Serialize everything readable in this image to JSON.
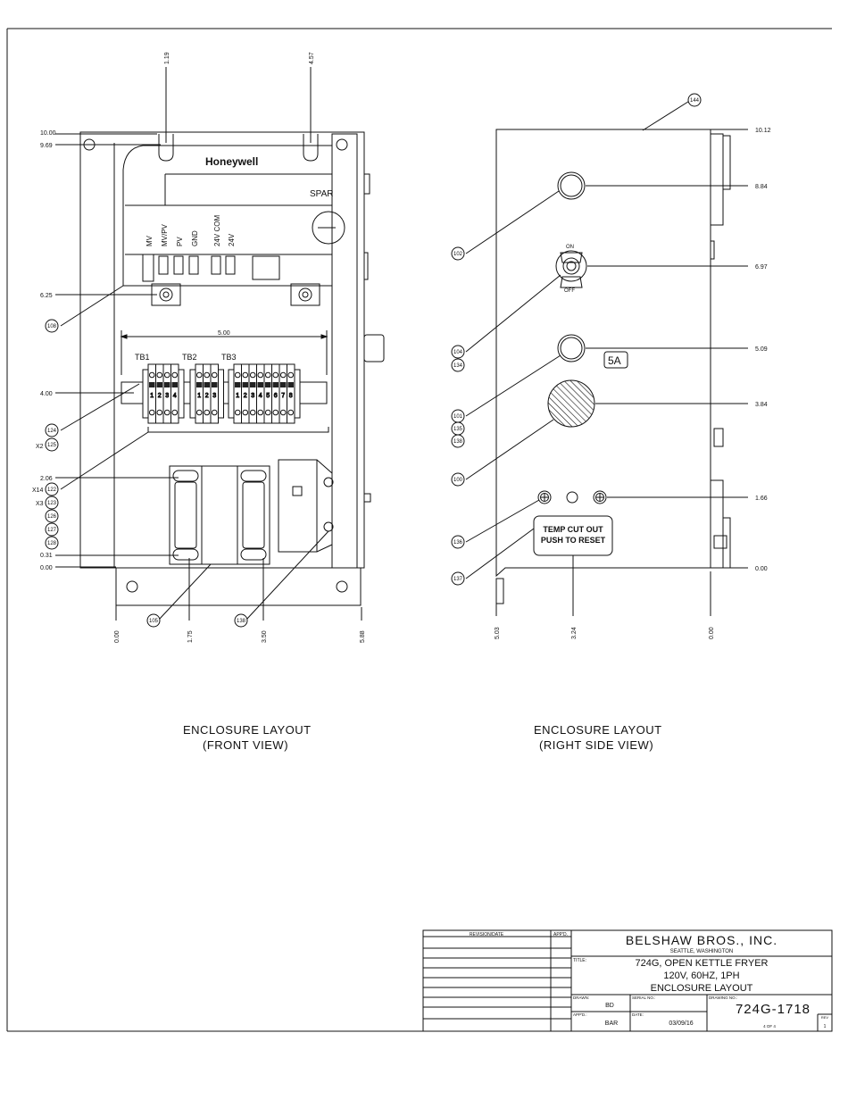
{
  "front_view": {
    "caption_line1": "ENCLOSURE LAYOUT",
    "caption_line2": "(FRONT VIEW)",
    "brand": "Honeywell",
    "spare_text": "SPAR",
    "terminal_labels": [
      "MV",
      "MV/PV",
      "PV",
      "GND",
      "24V COM",
      "24V"
    ],
    "tb_labels": [
      "TB1",
      "TB2",
      "TB3"
    ],
    "tb1_numbers": [
      "1",
      "2",
      "3",
      "4"
    ],
    "tb2_numbers": [
      "1",
      "2",
      "3"
    ],
    "tb3_numbers": [
      "1",
      "2",
      "3",
      "4",
      "5",
      "6",
      "7",
      "8"
    ],
    "width_dim": "5.00",
    "top_dims": [
      "1.19",
      "4.57"
    ],
    "left_dims": [
      "10.00",
      "9.69",
      "6.25",
      "4.00",
      "2.06",
      "0.31",
      "0.00"
    ],
    "bottom_dims": [
      "0.00",
      "1.75",
      "3.50",
      "5.88"
    ],
    "balloons": [
      "108",
      "124",
      "125",
      "122",
      "123",
      "126",
      "127",
      "128",
      "105",
      "138"
    ],
    "qty_prefixes": [
      "X2",
      "X14",
      "X3"
    ]
  },
  "side_view": {
    "caption_line1": "ENCLOSURE LAYOUT",
    "caption_line2": "(RIGHT SIDE VIEW)",
    "switch_on": "ON",
    "switch_off": "OFF",
    "fuse_label": "5A",
    "label_line1": "TEMP CUT OUT",
    "label_line2": "PUSH TO RESET",
    "right_dims": [
      "10.12",
      "8.84",
      "6.97",
      "5.09",
      "3.84",
      "1.66",
      "0.00"
    ],
    "bottom_dims": [
      "5.03",
      "3.24",
      "0.00"
    ],
    "balloons": [
      "144",
      "102",
      "104",
      "134",
      "101",
      "135",
      "138",
      "100",
      "136",
      "137"
    ]
  },
  "title_block": {
    "revision_header": "REVISION/DATE",
    "appd_header": "APP'D.",
    "company": "BELSHAW BROS., INC.",
    "city": "SEATTLE, WASHINGTON",
    "title_caption": "TITLE:",
    "title_line1": "724G, OPEN KETTLE FRYER",
    "title_line2": "120V, 60HZ, 1PH",
    "title_line3": "ENCLOSURE LAYOUT",
    "drawn_caption": "DRAWN:",
    "drawn_value": "BD",
    "serial_caption": "SERIAL NO.:",
    "drawing_caption": "DRAWING NO.:",
    "drawing_number": "724G-1718",
    "appd_caption": "APP'D.:",
    "appd_value": "BAR",
    "date_caption": "DATE:",
    "date_value": "03/09/16",
    "sheet": "4 OF 4",
    "rev_caption": "REV",
    "rev_value": "1"
  }
}
